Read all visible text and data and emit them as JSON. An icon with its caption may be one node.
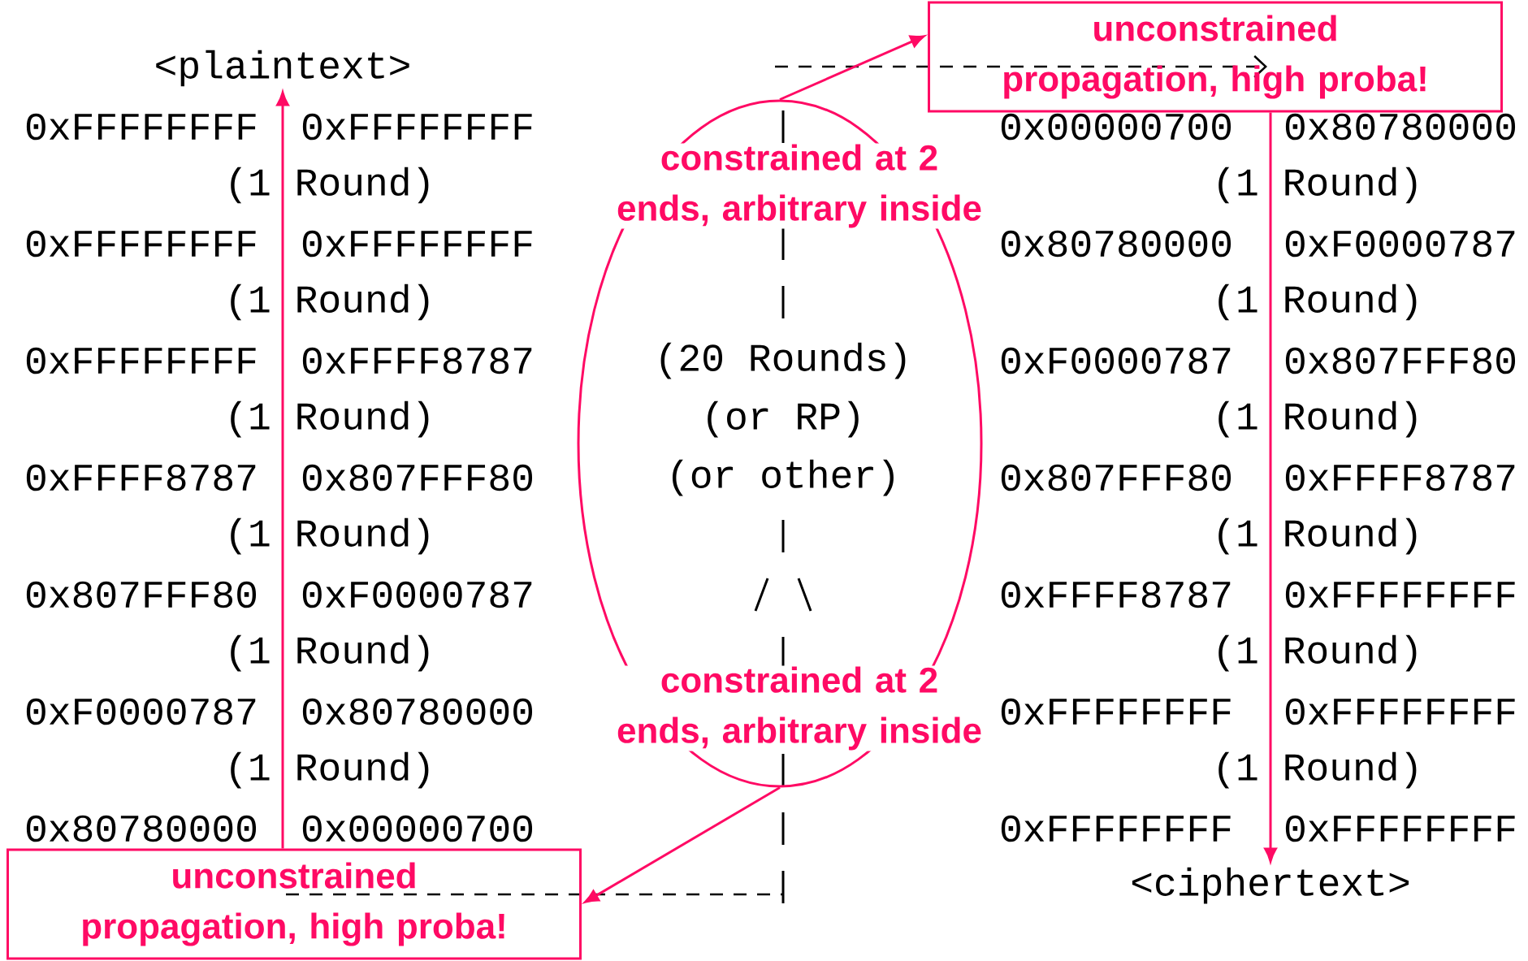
{
  "diagram": {
    "nodes": [
      {
        "text": [
          "<plaintext>"
        ]
      },
      {
        "text": [
          "constrained at 2 ends, arbitrary inside",
          "(20 Rounds)",
          "(or RP)",
          "(or other)",
          "constrained at 2 ends, arbitrary inside"
        ]
      },
      {
        "text": [
          "unconstrained propagation, high proba!"
        ]
      },
      {
        "text": [
          "unconstrained propagation, high proba!"
        ]
      },
      {
        "text": [
          "<ciphertext>"
        ]
      }
    ],
    "edges": [
      {
        "from": 1,
        "to": 2,
        "arrow": "to"
      },
      {
        "from": 1,
        "to": 3,
        "arrow": "to"
      },
      {
        "from": 3,
        "to": 0,
        "arrow": "to"
      },
      {
        "from": 2,
        "to": 4,
        "arrow": "to"
      }
    ],
    "labels": [
      "0xFFFFFFFF",
      "0xFFFFFFFF",
      "(1 Round)",
      "0xFFFFFFFF",
      "0xFFFFFFFF",
      "(1 Round)",
      "0xFFFFFFFF",
      "0xFFFF8787",
      "(1 Round)",
      "0xFFFF8787",
      "0x807FFF80",
      "(1 Round)",
      "0x807FFF80",
      "0xF0000787",
      "(1 Round)",
      "0xF0000787",
      "0x80780000",
      "(1 Round)",
      "0x80780000",
      "0x00000700",
      "0x00000700",
      "0x80780000",
      "(1 Round)",
      "0x80780000",
      "0xF0000787",
      "(1 Round)",
      "0xF0000787",
      "0x807FFF80",
      "(1 Round)",
      "0x807FFF80",
      "0xFFFF8787",
      "(1 Round)",
      "0xFFFF8787",
      "0xFFFFFFFF",
      "(1 Round)",
      "0xFFFFFFFF",
      "0xFFFFFFFF",
      "(1 Round)",
      "0xFFFFFFFF",
      "0xFFFFFFFF"
    ]
  }
}
